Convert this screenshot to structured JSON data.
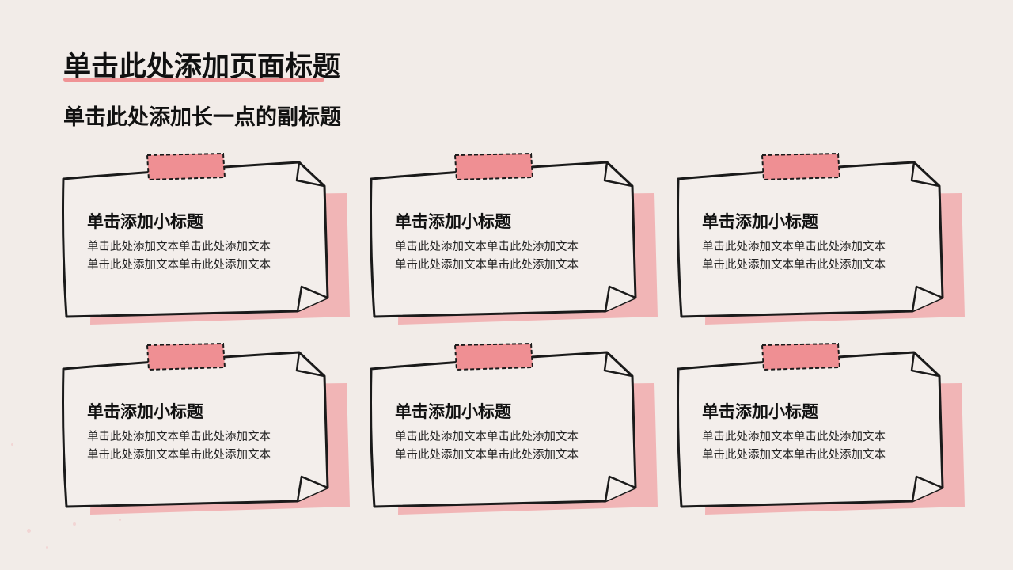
{
  "page": {
    "title": "单击此处添加页面标题",
    "subtitle": "单击此处添加长一点的副标题"
  },
  "colors": {
    "background": "#f2ece8",
    "accent_pink": "#f08a8c",
    "tape_pink": "#ef8f93",
    "ink": "#1a1a1a"
  },
  "cards": [
    {
      "heading": "单击添加小标题",
      "line1": "单击此处添加文本单击此处添加文本",
      "line2": "单击此处添加文本单击此处添加文本"
    },
    {
      "heading": "单击添加小标题",
      "line1": "单击此处添加文本单击此处添加文本",
      "line2": "单击此处添加文本单击此处添加文本"
    },
    {
      "heading": "单击添加小标题",
      "line1": "单击此处添加文本单击此处添加文本",
      "line2": "单击此处添加文本单击此处添加文本"
    },
    {
      "heading": "单击添加小标题",
      "line1": "单击此处添加文本单击此处添加文本",
      "line2": "单击此处添加文本单击此处添加文本"
    },
    {
      "heading": "单击添加小标题",
      "line1": "单击此处添加文本单击此处添加文本",
      "line2": "单击此处添加文本单击此处添加文本"
    },
    {
      "heading": "单击添加小标题",
      "line1": "单击此处添加文本单击此处添加文本",
      "line2": "单击此处添加文本单击此处添加文本"
    }
  ]
}
